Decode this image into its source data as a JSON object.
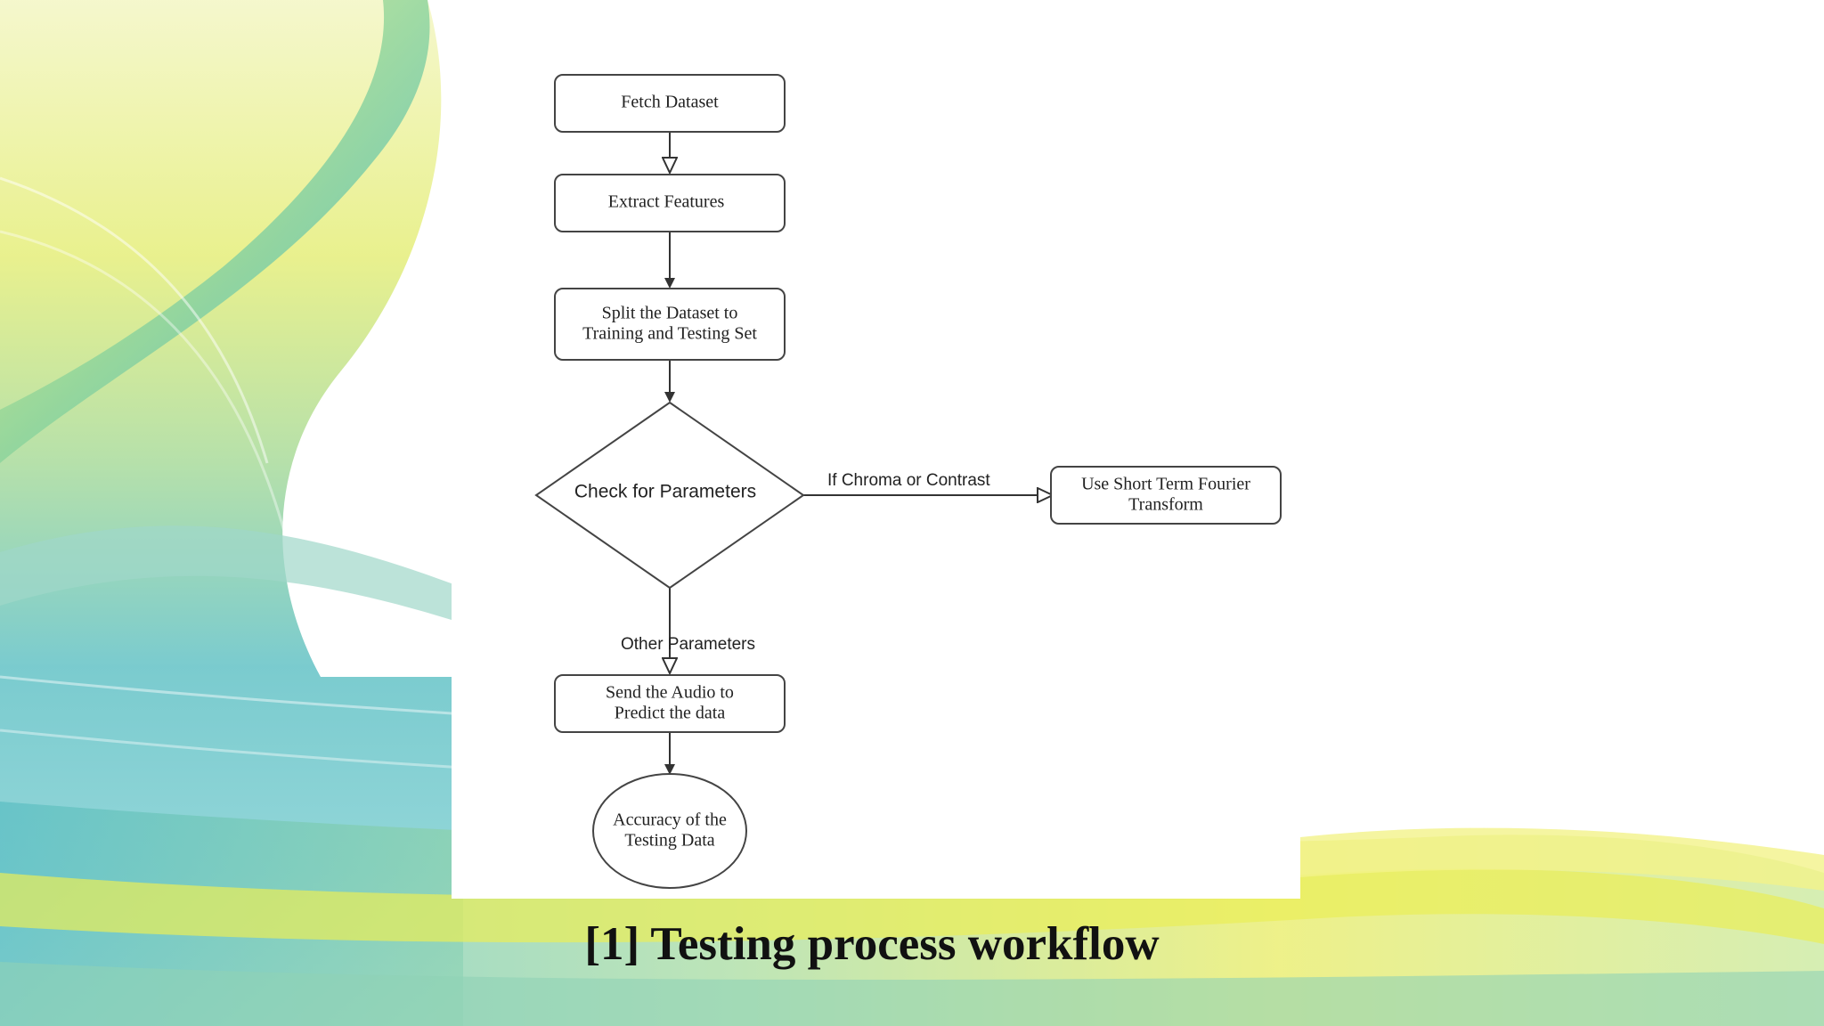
{
  "slide": {
    "caption": "[1] Testing process workflow",
    "colors": {
      "accent_yellow": "#e6ea4a",
      "accent_green": "#8fd08a",
      "accent_cyan": "#3fb5d3",
      "accent_teal": "#5cc2b4"
    }
  },
  "diagram": {
    "nodes": {
      "fetch": {
        "lines": [
          "Fetch Dataset"
        ]
      },
      "extract": {
        "lines": [
          "Extract Features"
        ]
      },
      "split": {
        "lines": [
          "Split the Dataset to",
          "Training and Testing Set"
        ]
      },
      "check": {
        "lines": [
          "Check for Parameters"
        ]
      },
      "stft": {
        "lines": [
          "Use Short Term Fourier",
          "Transform"
        ]
      },
      "send": {
        "lines": [
          "Send the Audio to",
          "Predict the data"
        ]
      },
      "accuracy": {
        "lines": [
          "Accuracy of the",
          "Testing Data"
        ]
      }
    },
    "edges": {
      "chroma_label": "If Chroma or Contrast",
      "other_label": "Other Parameters"
    }
  }
}
